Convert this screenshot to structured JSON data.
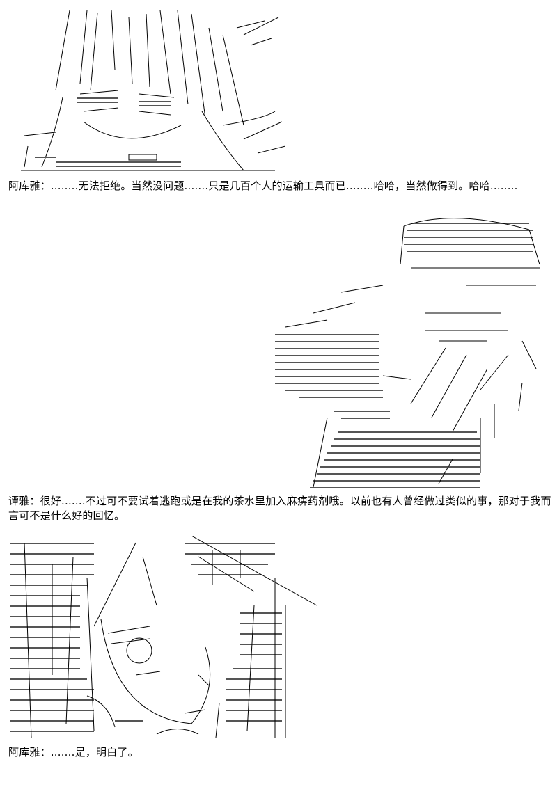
{
  "panels": [
    {
      "speaker": "阿库雅",
      "separator": "：",
      "line": "........无法拒绝。当然没问题.......只是几百个人的运输工具而已........哈哈，当然做得到。哈哈........"
    },
    {
      "speaker": "谭雅",
      "separator": "：",
      "line": "很好.......不过可不要试着逃跑或是在我的茶水里加入麻痹药剂哦。以前也有人曾经做过类似的事，那对于我而言可不是什么好的回忆。"
    },
    {
      "speaker": "阿库雅",
      "separator": "：",
      "line": ".......是，明白了。"
    }
  ],
  "colors": {
    "ink": "#000000",
    "paper": "#ffffff",
    "dots": "#555555"
  }
}
